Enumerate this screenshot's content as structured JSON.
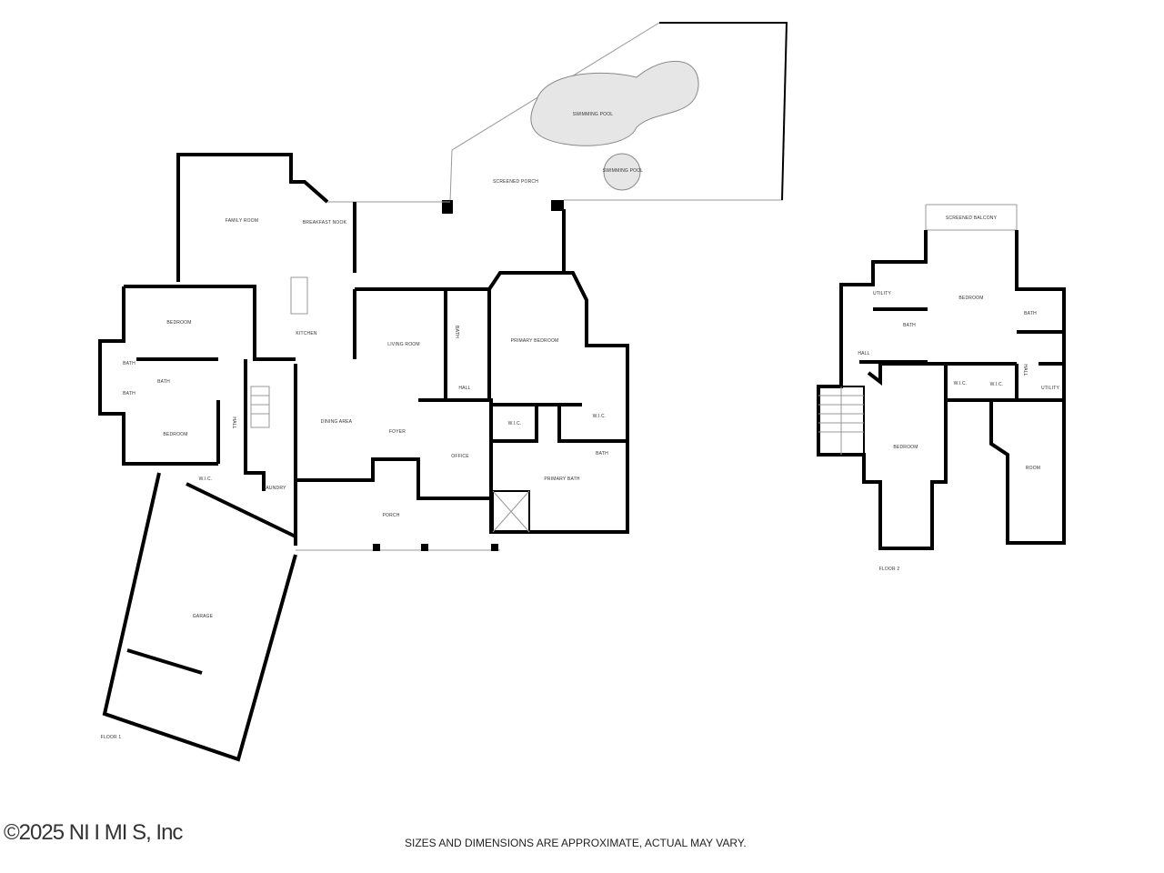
{
  "floor1": {
    "label": "FLOOR 1",
    "rooms": {
      "screened_porch": "SCREENED PORCH",
      "swimming_pool": "SWIMMING POOL",
      "swimming_pool_small": "SWIMMING POOL",
      "family_room": "FAMILY ROOM",
      "breakfast_nook": "BREAKFAST NOOK",
      "kitchen": "KITCHEN",
      "bedroom_1": "BEDROOM",
      "bath_1": "BATH",
      "bath_2": "BATH",
      "bath_3": "BATH",
      "bedroom_2": "BEDROOM",
      "hall_1": "HALL",
      "wic_1": "W.I.C.",
      "laundry": "LAUNDRY",
      "garage": "GARAGE",
      "living_room": "LIVING ROOM",
      "dining_area": "DINING AREA",
      "foyer": "FOYER",
      "porch": "PORCH",
      "bath_4": "BATH",
      "hall_2": "HALL",
      "office": "OFFICE",
      "primary_bedroom": "PRIMARY BEDROOM",
      "wic_2": "W.I.C.",
      "wic_3": "W.I.C.",
      "bath_5": "BATH",
      "primary_bath": "PRIMARY BATH"
    }
  },
  "floor2": {
    "label": "FLOOR 2",
    "rooms": {
      "screened_balcony": "SCREENED BALCONY",
      "bedroom_1": "BEDROOM",
      "utility_1": "UTILITY",
      "bath_1": "BATH",
      "hall_1": "HALL",
      "bath_2": "BATH",
      "hall_2": "HALL",
      "utility_2": "UTILITY",
      "wic_1": "W.I.C.",
      "wic_2": "W.I.C.",
      "bedroom_2": "BEDROOM",
      "room": "ROOM"
    }
  },
  "watermark": "©2025 NI I MI S, Inc",
  "disclaimer": "SIZES AND DIMENSIONS ARE APPROXIMATE, ACTUAL MAY VARY."
}
